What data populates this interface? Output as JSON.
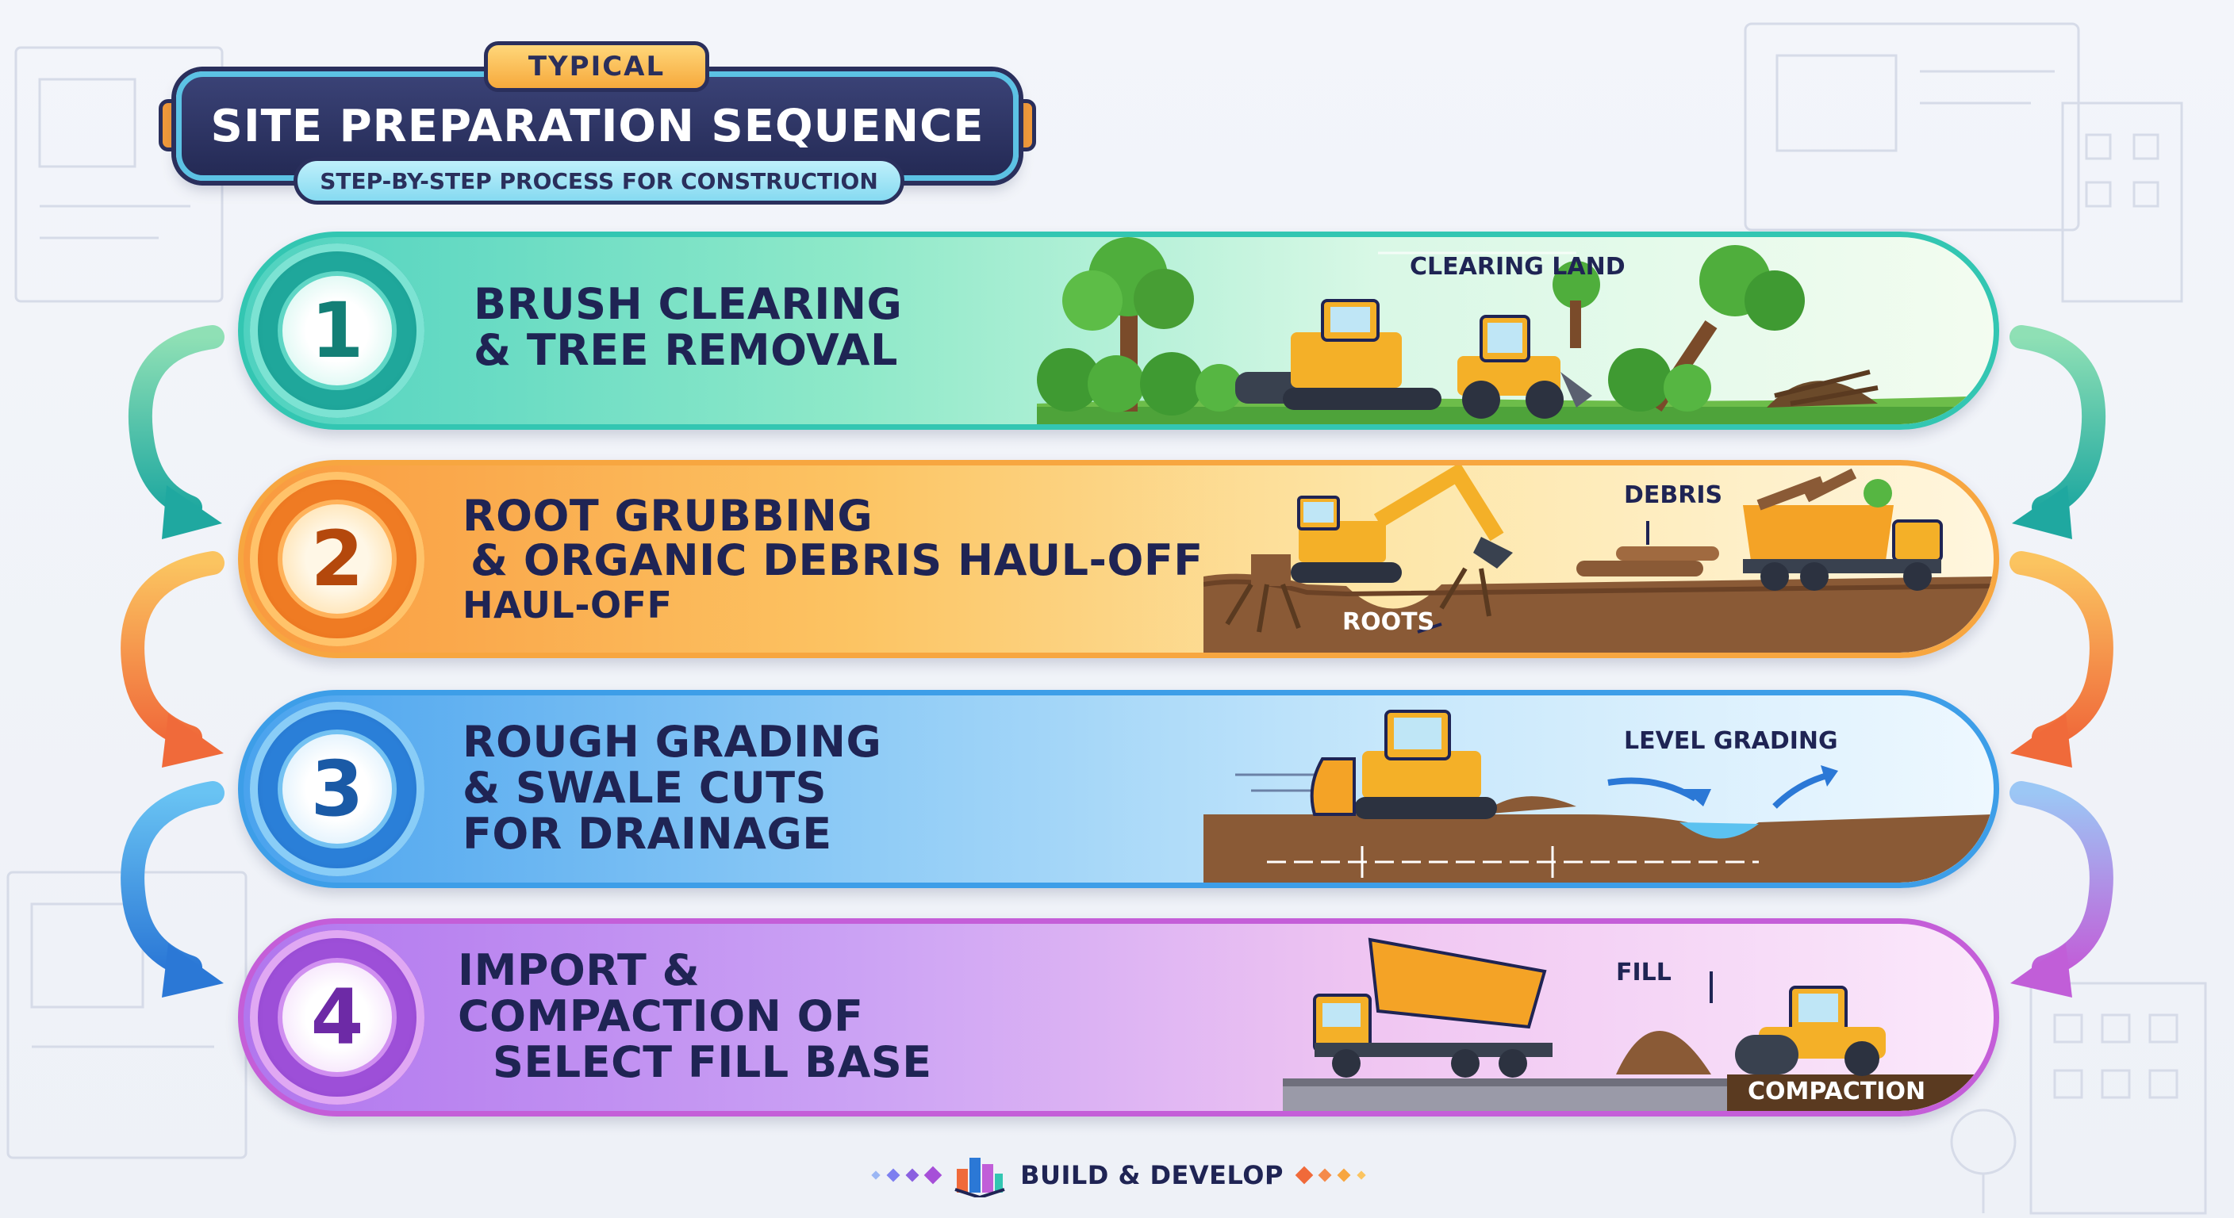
{
  "header": {
    "kicker": "TYPICAL",
    "title": "SITE PREPARATION SEQUENCE",
    "subtitle": "STEP-BY-STEP PROCESS FOR CONSTRUCTION"
  },
  "steps": [
    {
      "number": "1",
      "title_lines": [
        "BRUSH CLEARING",
        "& TREE REMOVAL"
      ],
      "scene_labels": [
        "CLEARING LAND"
      ],
      "accent": "#33c6b2"
    },
    {
      "number": "2",
      "title_lines": [
        "ROOT GRUBBING",
        "& ORGANIC DEBRIS HAUL-OFF",
        "HAUL-OFF"
      ],
      "scene_labels": [
        "DEBRIS",
        "ROOTS"
      ],
      "accent": "#f7a640"
    },
    {
      "number": "3",
      "title_lines": [
        "ROUGH GRADING",
        "& SWALE CUTS",
        "FOR DRAINAGE"
      ],
      "scene_labels": [
        "LEVEL GRADING"
      ],
      "accent": "#3d9ee8"
    },
    {
      "number": "4",
      "title_lines": [
        "IMPORT &",
        "COMPACTION OF",
        "SELECT FILL BASE"
      ],
      "scene_labels": [
        "FILL",
        "COMPACTION"
      ],
      "accent": "#c45ed8"
    }
  ],
  "footer": {
    "brand": "BUILD & DEVELOP",
    "logo_icon": "buildings-logo-icon"
  }
}
